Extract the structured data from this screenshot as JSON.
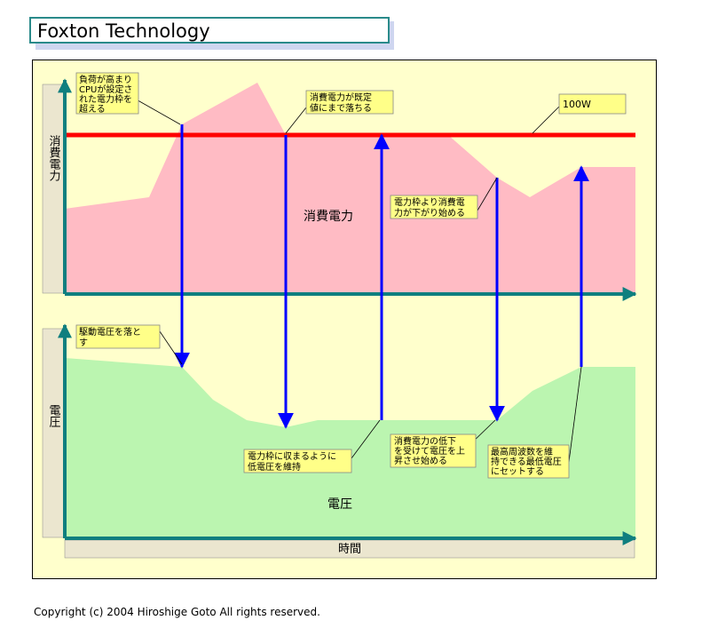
{
  "title": "Foxton Technology",
  "labels": {
    "power_axis": "消費電力",
    "voltage_axis": "電圧",
    "time_axis": "時間",
    "power_area": "消費電力",
    "voltage_area": "電圧",
    "limit": "100W"
  },
  "callouts": {
    "c1": [
      "負荷が高まり",
      "CPUが設定さ",
      "れた電力枠を",
      "超える"
    ],
    "c2": [
      "消費電力が既定",
      "値にまで落ちる"
    ],
    "c3": [
      "電力枠より消費電",
      "力が下がり始める"
    ],
    "c4": [
      "駆動電圧を落と",
      "す"
    ],
    "c5": [
      "電力枠に収まるように",
      "低電圧を維持"
    ],
    "c6": [
      "消費電力の低下",
      "を受けて電圧を上",
      "昇させ始める"
    ],
    "c7": [
      "最高周波数を維",
      "持できる最低電圧",
      "にセットする"
    ]
  },
  "copyright": "Copyright (c) 2004 Hiroshige Goto All rights reserved.",
  "colors": {
    "power_fill": "#ffbbc4",
    "voltage_fill": "#bbf5b0",
    "limit_line": "#ff0000",
    "arrows": "#0000ff",
    "axis": "#0f7f7f",
    "callout_fill": "#ffff88",
    "panel_bg": "#ffffcc"
  }
}
